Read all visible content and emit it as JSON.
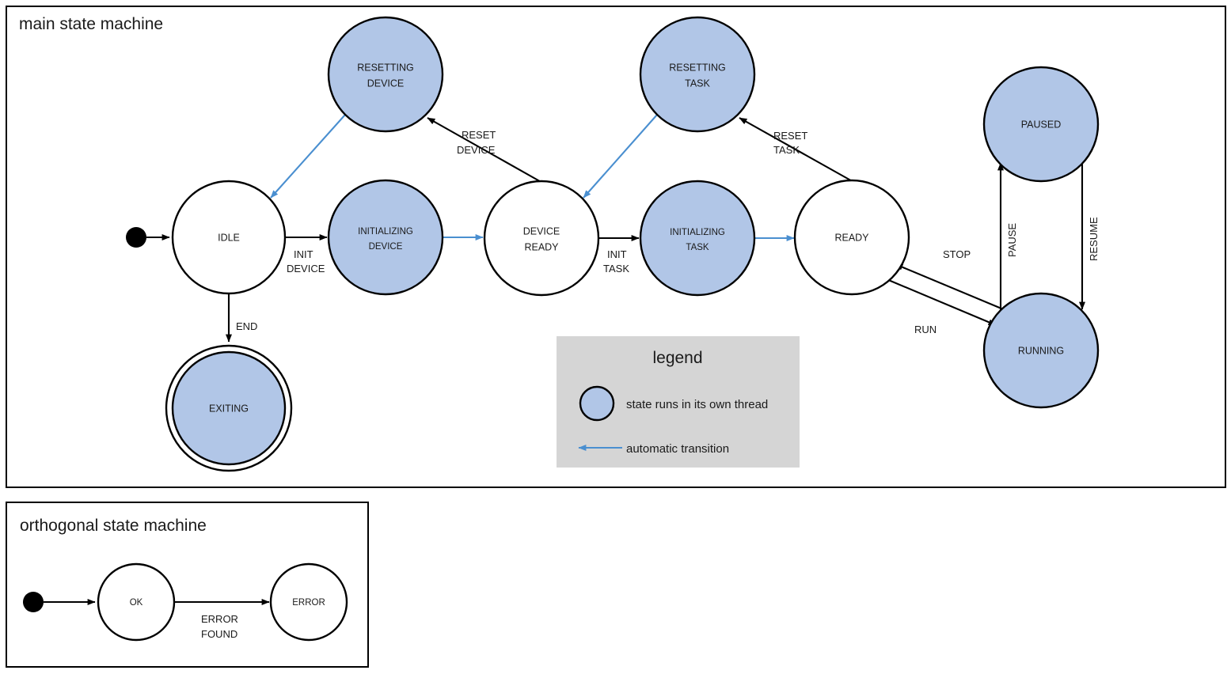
{
  "colors": {
    "thread_fill": "#b1c6e7",
    "auto_arrow": "#4a8fd0",
    "legend_bg": "#d5d5d5",
    "stroke": "#000000",
    "plain_fill": "#ffffff"
  },
  "main_frame": {
    "title": "main state machine",
    "states": [
      {
        "id": "idle",
        "label_line1": "IDLE",
        "label_line2": "",
        "threaded": false,
        "final": false
      },
      {
        "id": "resetting-device",
        "label_line1": "RESETTING",
        "label_line2": "DEVICE",
        "threaded": true,
        "final": false
      },
      {
        "id": "initializing-device",
        "label_line1": "INITIALIZING",
        "label_line2": "DEVICE",
        "threaded": true,
        "final": false
      },
      {
        "id": "device-ready",
        "label_line1": "DEVICE",
        "label_line2": "READY",
        "threaded": false,
        "final": false
      },
      {
        "id": "resetting-task",
        "label_line1": "RESETTING",
        "label_line2": "TASK",
        "threaded": true,
        "final": false
      },
      {
        "id": "initializing-task",
        "label_line1": "INITIALIZING",
        "label_line2": "TASK",
        "threaded": true,
        "final": false
      },
      {
        "id": "ready",
        "label_line1": "READY",
        "label_line2": "",
        "threaded": false,
        "final": false
      },
      {
        "id": "paused",
        "label_line1": "PAUSED",
        "label_line2": "",
        "threaded": true,
        "final": false
      },
      {
        "id": "running",
        "label_line1": "RUNNING",
        "label_line2": "",
        "threaded": true,
        "final": false
      },
      {
        "id": "exiting",
        "label_line1": "EXITING",
        "label_line2": "",
        "threaded": true,
        "final": true
      }
    ],
    "transitions": [
      {
        "id": "start-to-idle",
        "label_line1": "",
        "label_line2": "",
        "automatic": false
      },
      {
        "id": "idle-to-initializing-device",
        "label_line1": "INIT",
        "label_line2": "DEVICE",
        "automatic": false
      },
      {
        "id": "initializing-device-to-device-ready",
        "label_line1": "",
        "label_line2": "",
        "automatic": true
      },
      {
        "id": "device-ready-to-resetting-device",
        "label_line1": "RESET",
        "label_line2": "DEVICE",
        "automatic": false
      },
      {
        "id": "resetting-device-to-idle",
        "label_line1": "",
        "label_line2": "",
        "automatic": true
      },
      {
        "id": "idle-to-exiting",
        "label_line1": "END",
        "label_line2": "",
        "automatic": false
      },
      {
        "id": "device-ready-to-initializing-task",
        "label_line1": "INIT",
        "label_line2": "TASK",
        "automatic": false
      },
      {
        "id": "initializing-task-to-ready",
        "label_line1": "",
        "label_line2": "",
        "automatic": true
      },
      {
        "id": "ready-to-resetting-task",
        "label_line1": "RESET",
        "label_line2": "TASK",
        "automatic": false
      },
      {
        "id": "resetting-task-to-device-ready",
        "label_line1": "",
        "label_line2": "",
        "automatic": true
      },
      {
        "id": "ready-to-running",
        "label_line1": "RUN",
        "label_line2": "",
        "automatic": false
      },
      {
        "id": "running-to-ready",
        "label_line1": "STOP",
        "label_line2": "",
        "automatic": false
      },
      {
        "id": "running-to-paused",
        "label_line1": "PAUSE",
        "label_line2": "",
        "automatic": false
      },
      {
        "id": "paused-to-running",
        "label_line1": "RESUME",
        "label_line2": "",
        "automatic": false
      }
    ],
    "edge_labels": {
      "init_device": {
        "line1": "INIT",
        "line2": "DEVICE"
      },
      "reset_device": {
        "line1": "RESET",
        "line2": "DEVICE"
      },
      "end": {
        "line1": "END"
      },
      "init_task": {
        "line1": "INIT",
        "line2": "TASK"
      },
      "reset_task": {
        "line1": "RESET",
        "line2": "TASK"
      },
      "run": {
        "line1": "RUN"
      },
      "stop": {
        "line1": "STOP"
      },
      "pause": {
        "line1": "PAUSE"
      },
      "resume": {
        "line1": "RESUME"
      }
    }
  },
  "legend": {
    "title": "legend",
    "items": [
      {
        "id": "thread-state",
        "kind": "circle",
        "text": "state runs in its own thread"
      },
      {
        "id": "auto-transition",
        "kind": "arrow",
        "text": "automatic transition"
      }
    ]
  },
  "orthogonal_frame": {
    "title": "orthogonal state machine",
    "states": [
      {
        "id": "ok",
        "label_line1": "OK"
      },
      {
        "id": "error",
        "label_line1": "ERROR"
      }
    ],
    "transitions": [
      {
        "id": "start-to-ok",
        "label_line1": "",
        "label_line2": ""
      },
      {
        "id": "ok-to-error",
        "label_line1": "ERROR",
        "label_line2": "FOUND"
      }
    ],
    "edge_labels": {
      "error_found": {
        "line1": "ERROR",
        "line2": "FOUND"
      }
    }
  }
}
